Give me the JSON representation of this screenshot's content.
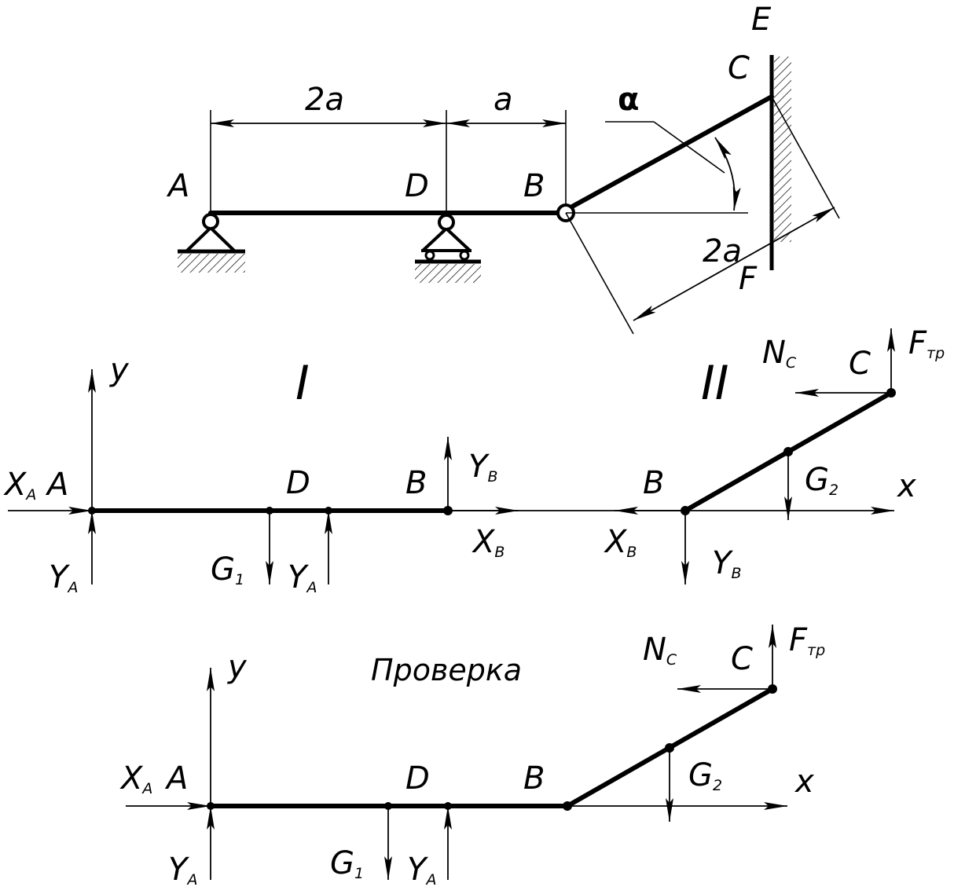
{
  "labels": {
    "dim_2a_top": "2a",
    "dim_a_top": "a",
    "alpha": "α",
    "dim_2a_rod": "2a",
    "A": "A",
    "D": "D",
    "B": "B",
    "C": "C",
    "E": "E",
    "F": "F",
    "fbd1_title": "I",
    "fbd2_title": "II",
    "check_title": "Проверка",
    "y": "y",
    "x": "x",
    "X": "X",
    "Y": "Y",
    "G": "G",
    "N": "N",
    "F_force": "F",
    "sub_A": "A",
    "sub_B": "B",
    "sub_C": "C",
    "sub_1": "1",
    "sub_2": "2",
    "sub_tr": "тр"
  },
  "colors": {
    "ink": "#000000",
    "background": "#ffffff"
  }
}
